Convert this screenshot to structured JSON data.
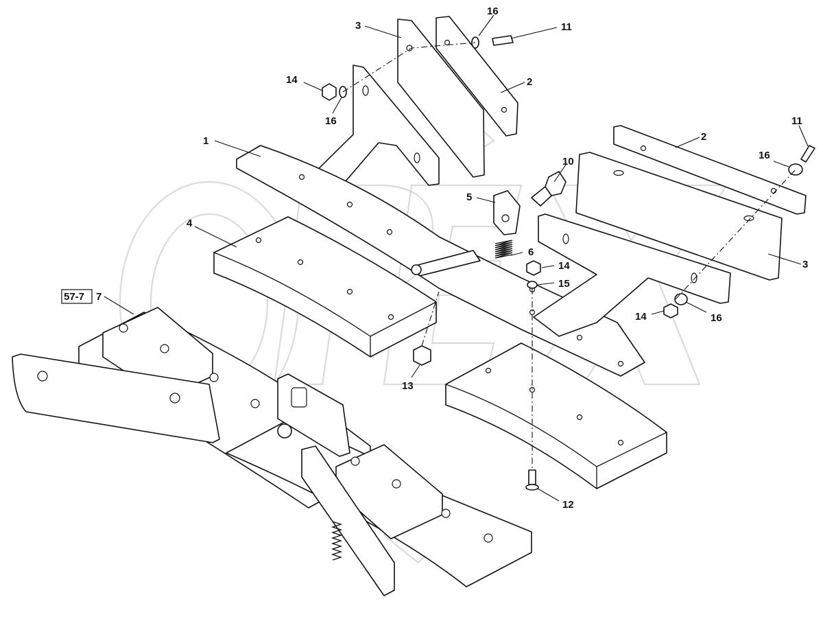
{
  "diagram": {
    "watermark_text": "OPEX",
    "reference_box": "57-7",
    "callouts": [
      {
        "id": "c1",
        "label": "1"
      },
      {
        "id": "c2a",
        "label": "2"
      },
      {
        "id": "c2b",
        "label": "2"
      },
      {
        "id": "c3a",
        "label": "3"
      },
      {
        "id": "c3b",
        "label": "3"
      },
      {
        "id": "c4",
        "label": "4"
      },
      {
        "id": "c5",
        "label": "5"
      },
      {
        "id": "c6",
        "label": "6"
      },
      {
        "id": "c7",
        "label": "7"
      },
      {
        "id": "c10",
        "label": "10"
      },
      {
        "id": "c11a",
        "label": "11"
      },
      {
        "id": "c11b",
        "label": "11"
      },
      {
        "id": "c12",
        "label": "12"
      },
      {
        "id": "c13",
        "label": "13"
      },
      {
        "id": "c14a",
        "label": "14"
      },
      {
        "id": "c14b",
        "label": "14"
      },
      {
        "id": "c14c",
        "label": "14"
      },
      {
        "id": "c15",
        "label": "15"
      },
      {
        "id": "c16a",
        "label": "16"
      },
      {
        "id": "c16b",
        "label": "16"
      },
      {
        "id": "c16c",
        "label": "16"
      },
      {
        "id": "c16d",
        "label": "16"
      }
    ]
  }
}
